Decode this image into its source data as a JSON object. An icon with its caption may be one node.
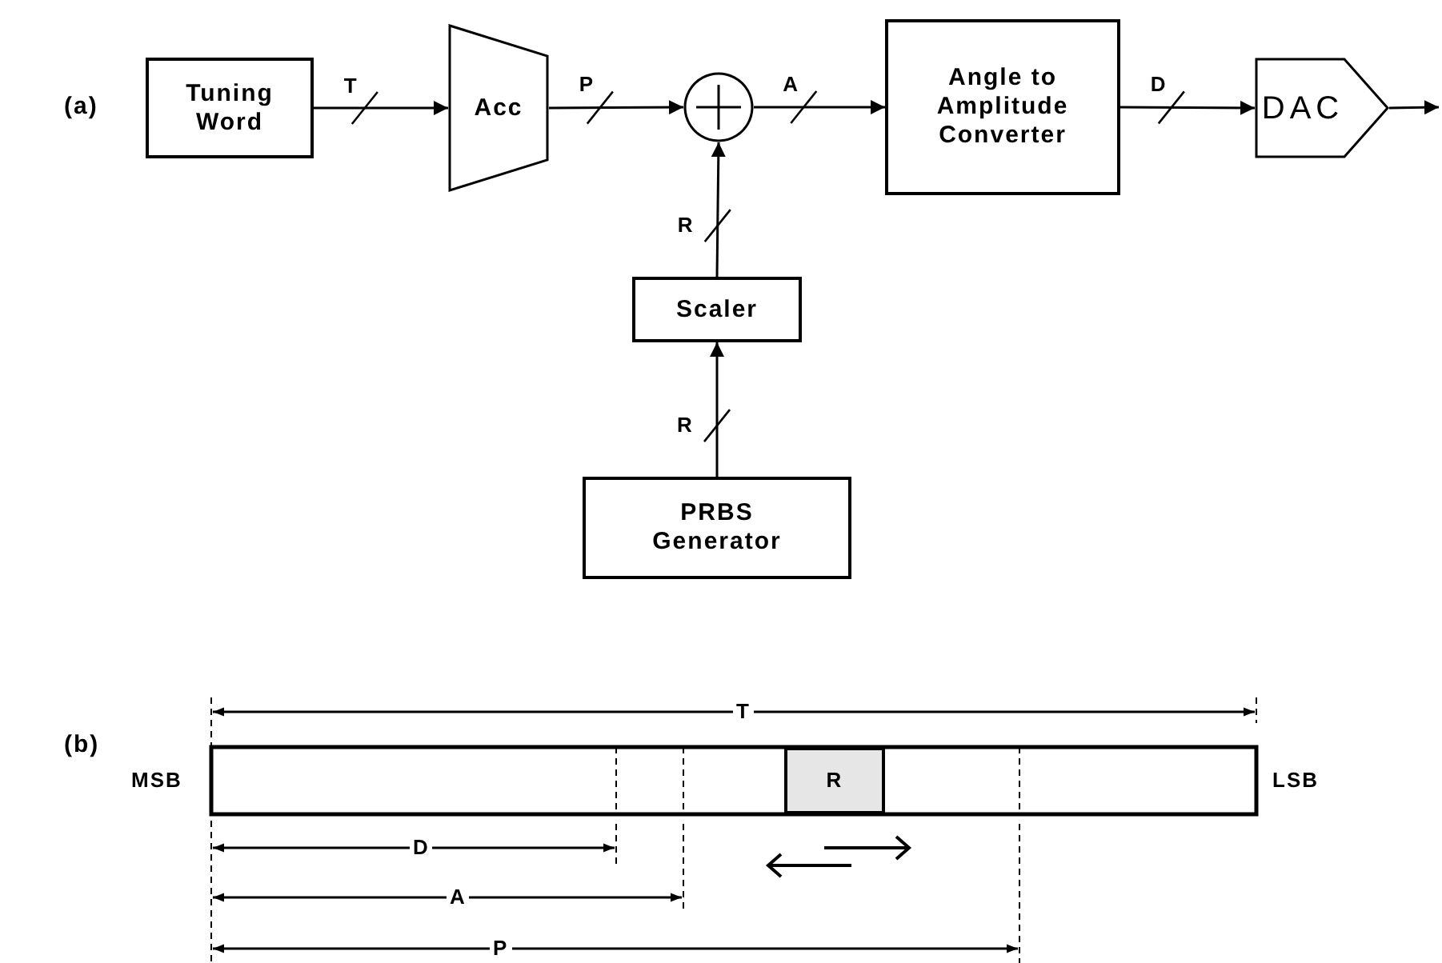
{
  "diagram": {
    "nodes": [
      {
        "text": [
          "Tuning Word"
        ]
      },
      {
        "text": [
          "Acc"
        ]
      },
      {
        "text": [],
        "shape": "circle"
      },
      {
        "text": [
          "Angle to Amplitude Converter"
        ]
      },
      {
        "text": [
          "DAC"
        ]
      },
      {
        "text": [
          "Scaler"
        ]
      },
      {
        "text": [
          "PRBS Generator"
        ]
      },
      {
        "text": [
          "R"
        ]
      }
    ],
    "edges": [
      {
        "from": 0,
        "to": 1,
        "arrow": "to",
        "label": "T"
      },
      {
        "from": 1,
        "to": 2,
        "arrow": "to",
        "label": "P"
      },
      {
        "from": 2,
        "to": 3,
        "arrow": "to",
        "label": "A"
      },
      {
        "from": 3,
        "to": 4,
        "arrow": "to",
        "label": "D"
      },
      {
        "from": 4,
        "to": null,
        "arrow": "to"
      },
      {
        "from": 5,
        "to": 2,
        "arrow": "to",
        "label": "R"
      },
      {
        "from": 6,
        "to": 5,
        "arrow": "to",
        "label": "R"
      }
    ],
    "labels": [
      "(a)",
      "T",
      "(b)",
      "MSB",
      "LSB",
      "D",
      "A",
      "P"
    ]
  }
}
